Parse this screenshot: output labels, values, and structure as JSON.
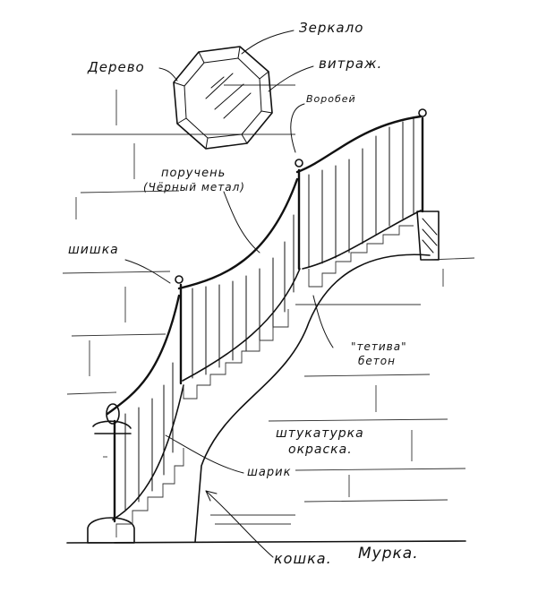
{
  "labels": {
    "mirror": "Зеркало",
    "wood": "Дерево",
    "stained_glass": "витраж.",
    "sparrow": "Воробей",
    "handrail_1": "поручень",
    "handrail_2": "(Чёрный метал)",
    "pinecone": "шишка",
    "stringer_1": "\"тетива\"",
    "stringer_2": "бетон",
    "plaster_1": "штукатурка",
    "plaster_2": "окраска.",
    "ball": "шарик",
    "cat": "кошка.",
    "cat_name": "Мурка."
  }
}
